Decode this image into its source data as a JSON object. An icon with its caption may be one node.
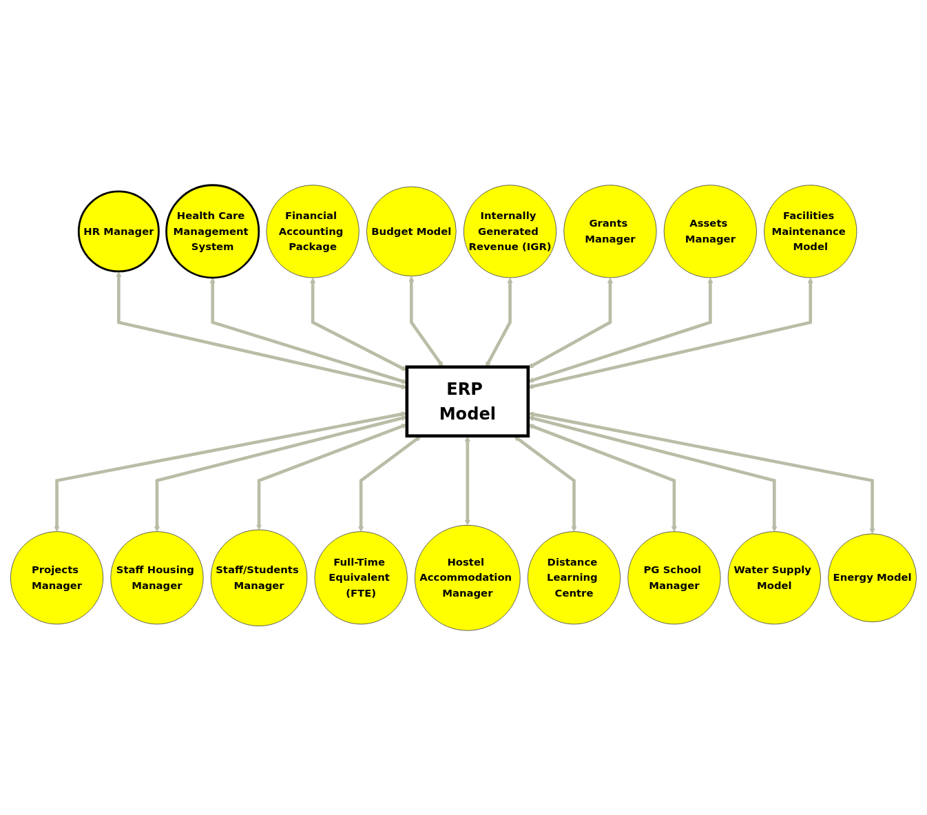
{
  "diagram": {
    "nodes": [
      {
        "text": [
          "ERP Model"
        ]
      },
      {
        "text": [
          "Health Care Management System"
        ]
      },
      {
        "text": [
          "Financial Accounting Package"
        ]
      },
      {
        "text": [
          "Budget Model"
        ]
      },
      {
        "text": [
          "Internally Generated Revenue (IGR)"
        ]
      },
      {
        "text": [
          "Grants Manager"
        ]
      },
      {
        "text": [
          "Energy Model"
        ]
      },
      {
        "text": [
          "Water Supply Model"
        ]
      },
      {
        "text": [
          "PG School Manager"
        ]
      },
      {
        "text": [
          "Distance Learning Centre"
        ]
      },
      {
        "text": [
          "Hostel Accommodation Manager"
        ]
      },
      {
        "text": [
          "Full-Time Equivalent (FTE)"
        ]
      },
      {
        "text": [
          "Staff/Students Manager"
        ]
      },
      {
        "text": [
          "Staff Housing Manager"
        ]
      },
      {
        "text": [
          "Projects Manager"
        ]
      },
      {
        "text": [
          "Facilities Maintenance Model"
        ]
      },
      {
        "text": [
          "Assets Manager"
        ]
      },
      {
        "text": [
          "HR Manager"
        ]
      }
    ],
    "edges": [
      {
        "from": 17,
        "to": 0,
        "arrow": "both"
      },
      {
        "from": 1,
        "to": 0,
        "arrow": "both"
      },
      {
        "from": 2,
        "to": 0,
        "arrow": "both"
      },
      {
        "from": 3,
        "to": 0,
        "arrow": "both"
      },
      {
        "from": 4,
        "to": 0,
        "arrow": "both"
      },
      {
        "from": 5,
        "to": 0,
        "arrow": "both"
      },
      {
        "from": 16,
        "to": 0,
        "arrow": "both"
      },
      {
        "from": 15,
        "to": 0,
        "arrow": "both"
      },
      {
        "from": 0,
        "to": 14,
        "arrow": "both"
      },
      {
        "from": 0,
        "to": 13,
        "arrow": "both"
      },
      {
        "from": 0,
        "to": 12,
        "arrow": "both"
      },
      {
        "from": 0,
        "to": 11,
        "arrow": "both"
      },
      {
        "from": 0,
        "to": 10,
        "arrow": "both"
      },
      {
        "from": 0,
        "to": 9,
        "arrow": "both"
      },
      {
        "from": 0,
        "to": 8,
        "arrow": "both"
      },
      {
        "from": 0,
        "to": 7,
        "arrow": "both"
      },
      {
        "from": 0,
        "to": 6,
        "arrow": "both"
      }
    ]
  }
}
